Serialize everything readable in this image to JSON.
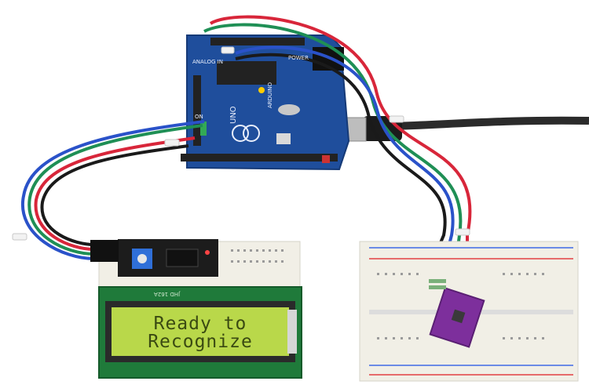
{
  "lcd": {
    "line1": "Ready to",
    "line2": "Recognize",
    "model": "JHD 162A"
  },
  "arduino": {
    "brand": "ARDUINO",
    "model": "UNO",
    "power_label": "POWER",
    "analog_label": "ANALOG IN",
    "on_label": "ON"
  },
  "colors": {
    "arduino_board": "#1f4e9c",
    "lcd_pcb": "#1f7a3a",
    "lcd_screen": "#b9d84a",
    "sensor_board": "#7d2f9c",
    "breadboard": "#f1efe6",
    "wire_red": "#d8263a",
    "wire_green": "#1f8f55",
    "wire_blue": "#2a52c9",
    "wire_black": "#1a1a1a",
    "usb_cable": "#2b2b2b"
  }
}
